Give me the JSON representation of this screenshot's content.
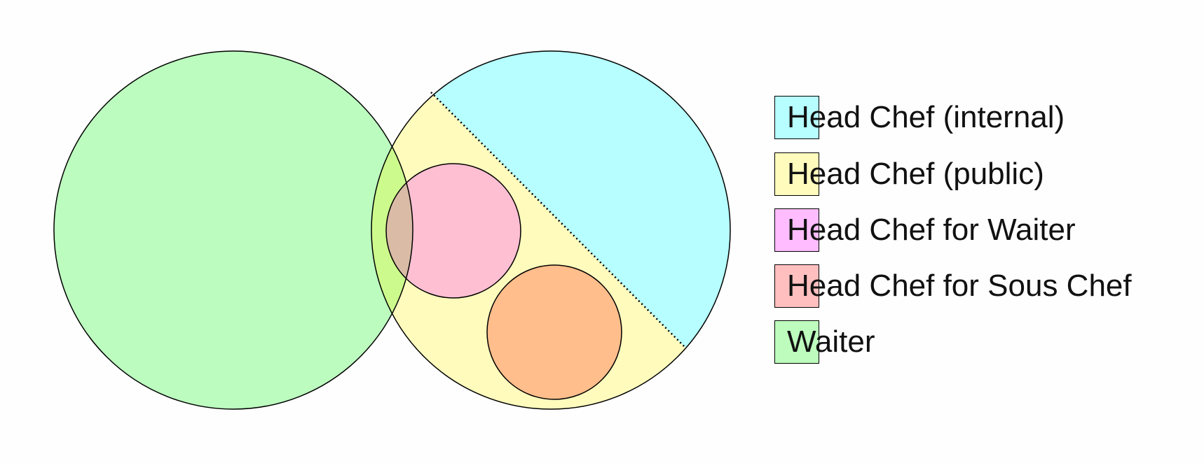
{
  "legend": [
    {
      "label": "Head Chef (internal)",
      "color": "#b6feff"
    },
    {
      "label": "Head Chef (public)",
      "color": "#fffbbd"
    },
    {
      "label": "Head Chef for Waiter",
      "color": "#ffbdff"
    },
    {
      "label": "Head Chef for Sous Chef",
      "color": "#ffbfbf"
    },
    {
      "label": "Waiter",
      "color": "#bdfcbd"
    }
  ],
  "regions": {
    "waiter": "#bcfcbf",
    "head_chef_internal": "#b6feff",
    "head_chef_public": "#fffbbd",
    "waiter_overlap_public": "#cdfa8c",
    "head_chef_for_waiter": "#ffbfd3",
    "head_chef_for_waiter_overlap": "#d9bba6",
    "head_chef_for_sous_chef": "#ffbe8c"
  }
}
